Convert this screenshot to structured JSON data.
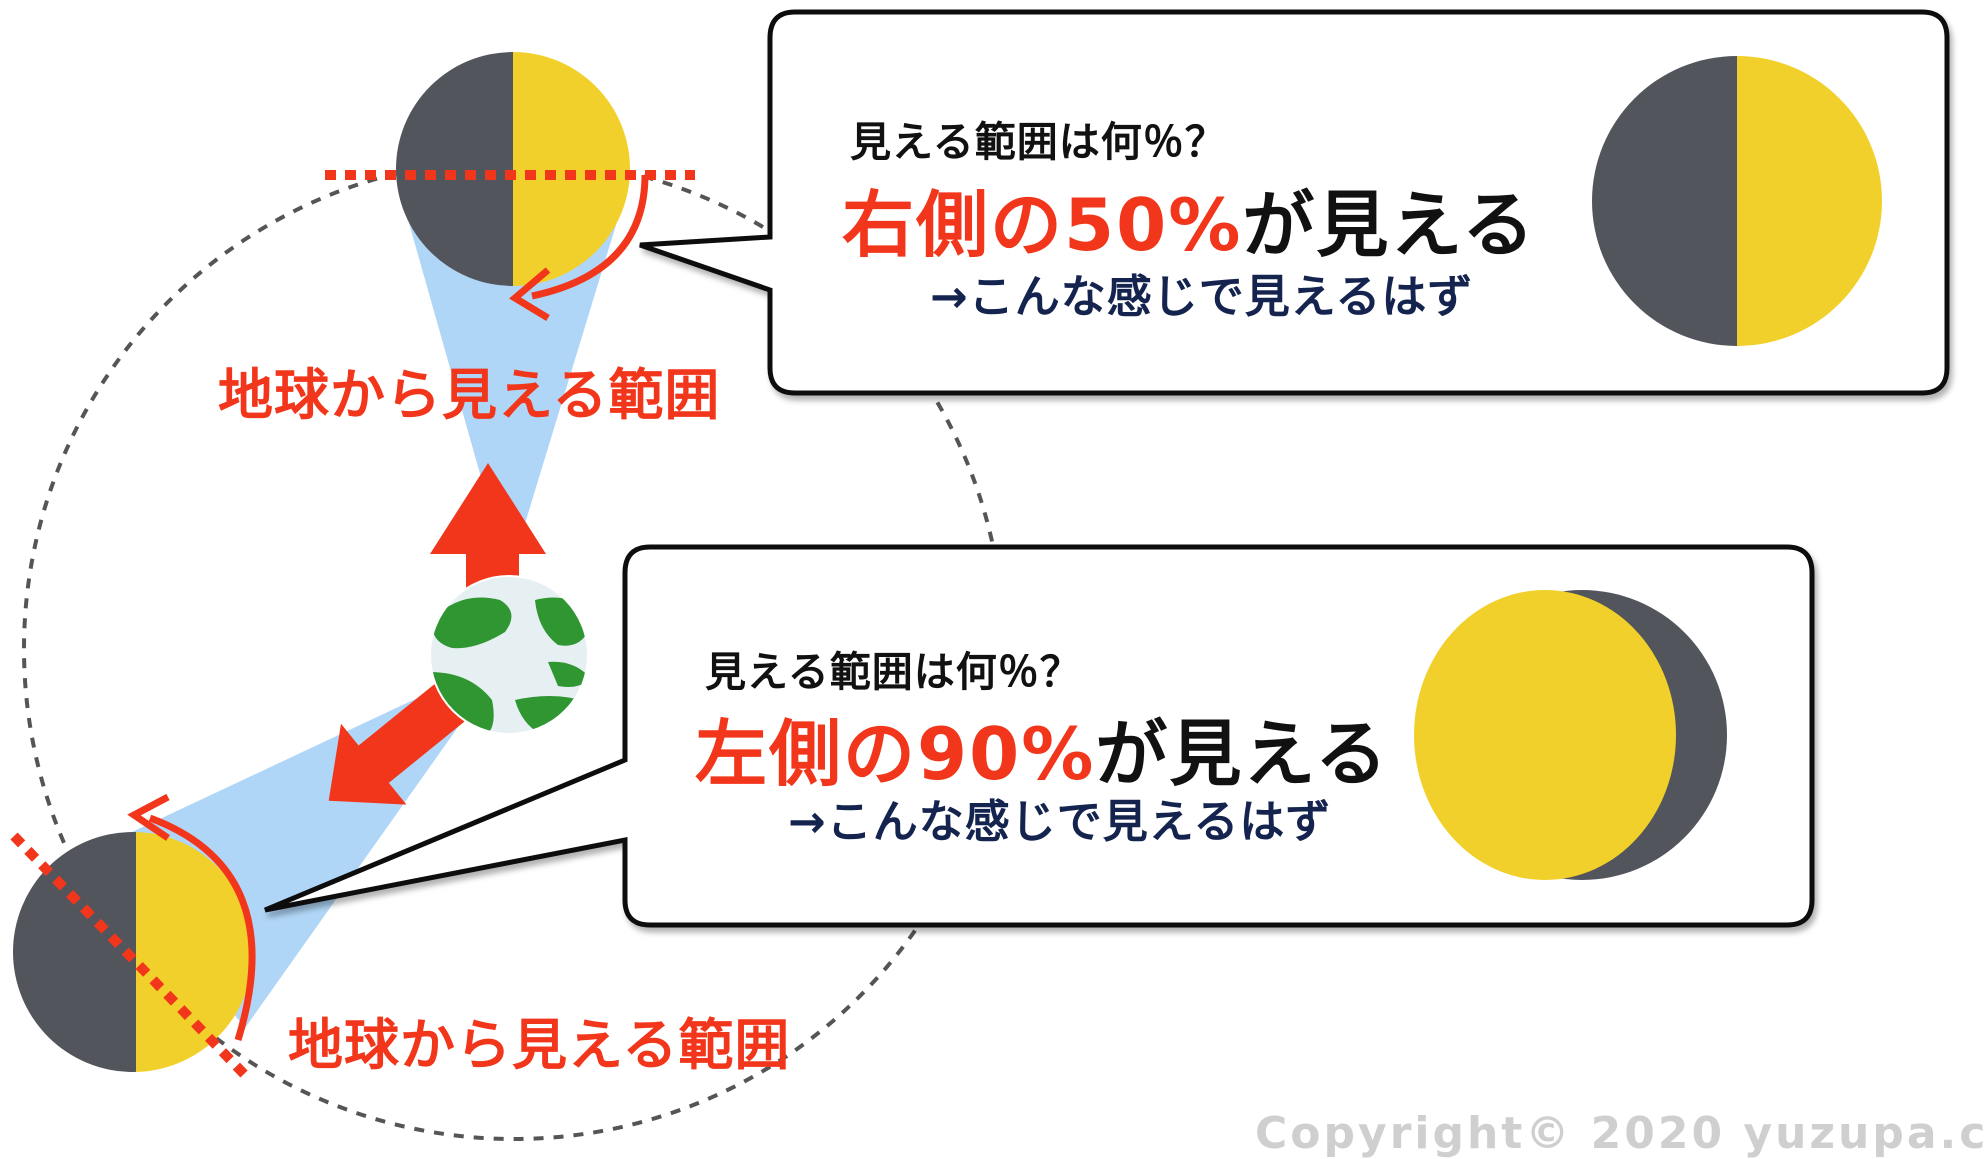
{
  "colors": {
    "moon_lit": "#f2d02b",
    "moon_dark": "#52555c",
    "accent_red": "#f2361b",
    "view_cone": "#b0d6f7",
    "earth_ocean": "#e6f0f3",
    "earth_land": "#2f9631",
    "subtext_navy": "#14244f",
    "orbit_dash": "#555555",
    "copyright_gray": "#cfcfcf"
  },
  "callout_top": {
    "question": "見える範囲は何％？",
    "answer_highlight": "右側の50%",
    "answer_rest": "が見える",
    "note": "→こんな感じで見えるはず",
    "visible_fraction": 0.5
  },
  "callout_bottom": {
    "question": "見える範囲は何％？",
    "answer_highlight": "左側の90%",
    "answer_rest": "が見える",
    "note": "→こんな感じで見えるはず",
    "visible_fraction": 0.9
  },
  "labels": {
    "visible_region_top": "地球から見える範囲",
    "visible_region_bottom": "地球から見える範囲"
  },
  "icons": {
    "earth": "earth-globe-icon",
    "arrow_up": "red-arrow-up-icon",
    "arrow_down_left": "red-arrow-down-left-icon"
  },
  "copyright": "Copyright© 2020 yuzupa.c"
}
